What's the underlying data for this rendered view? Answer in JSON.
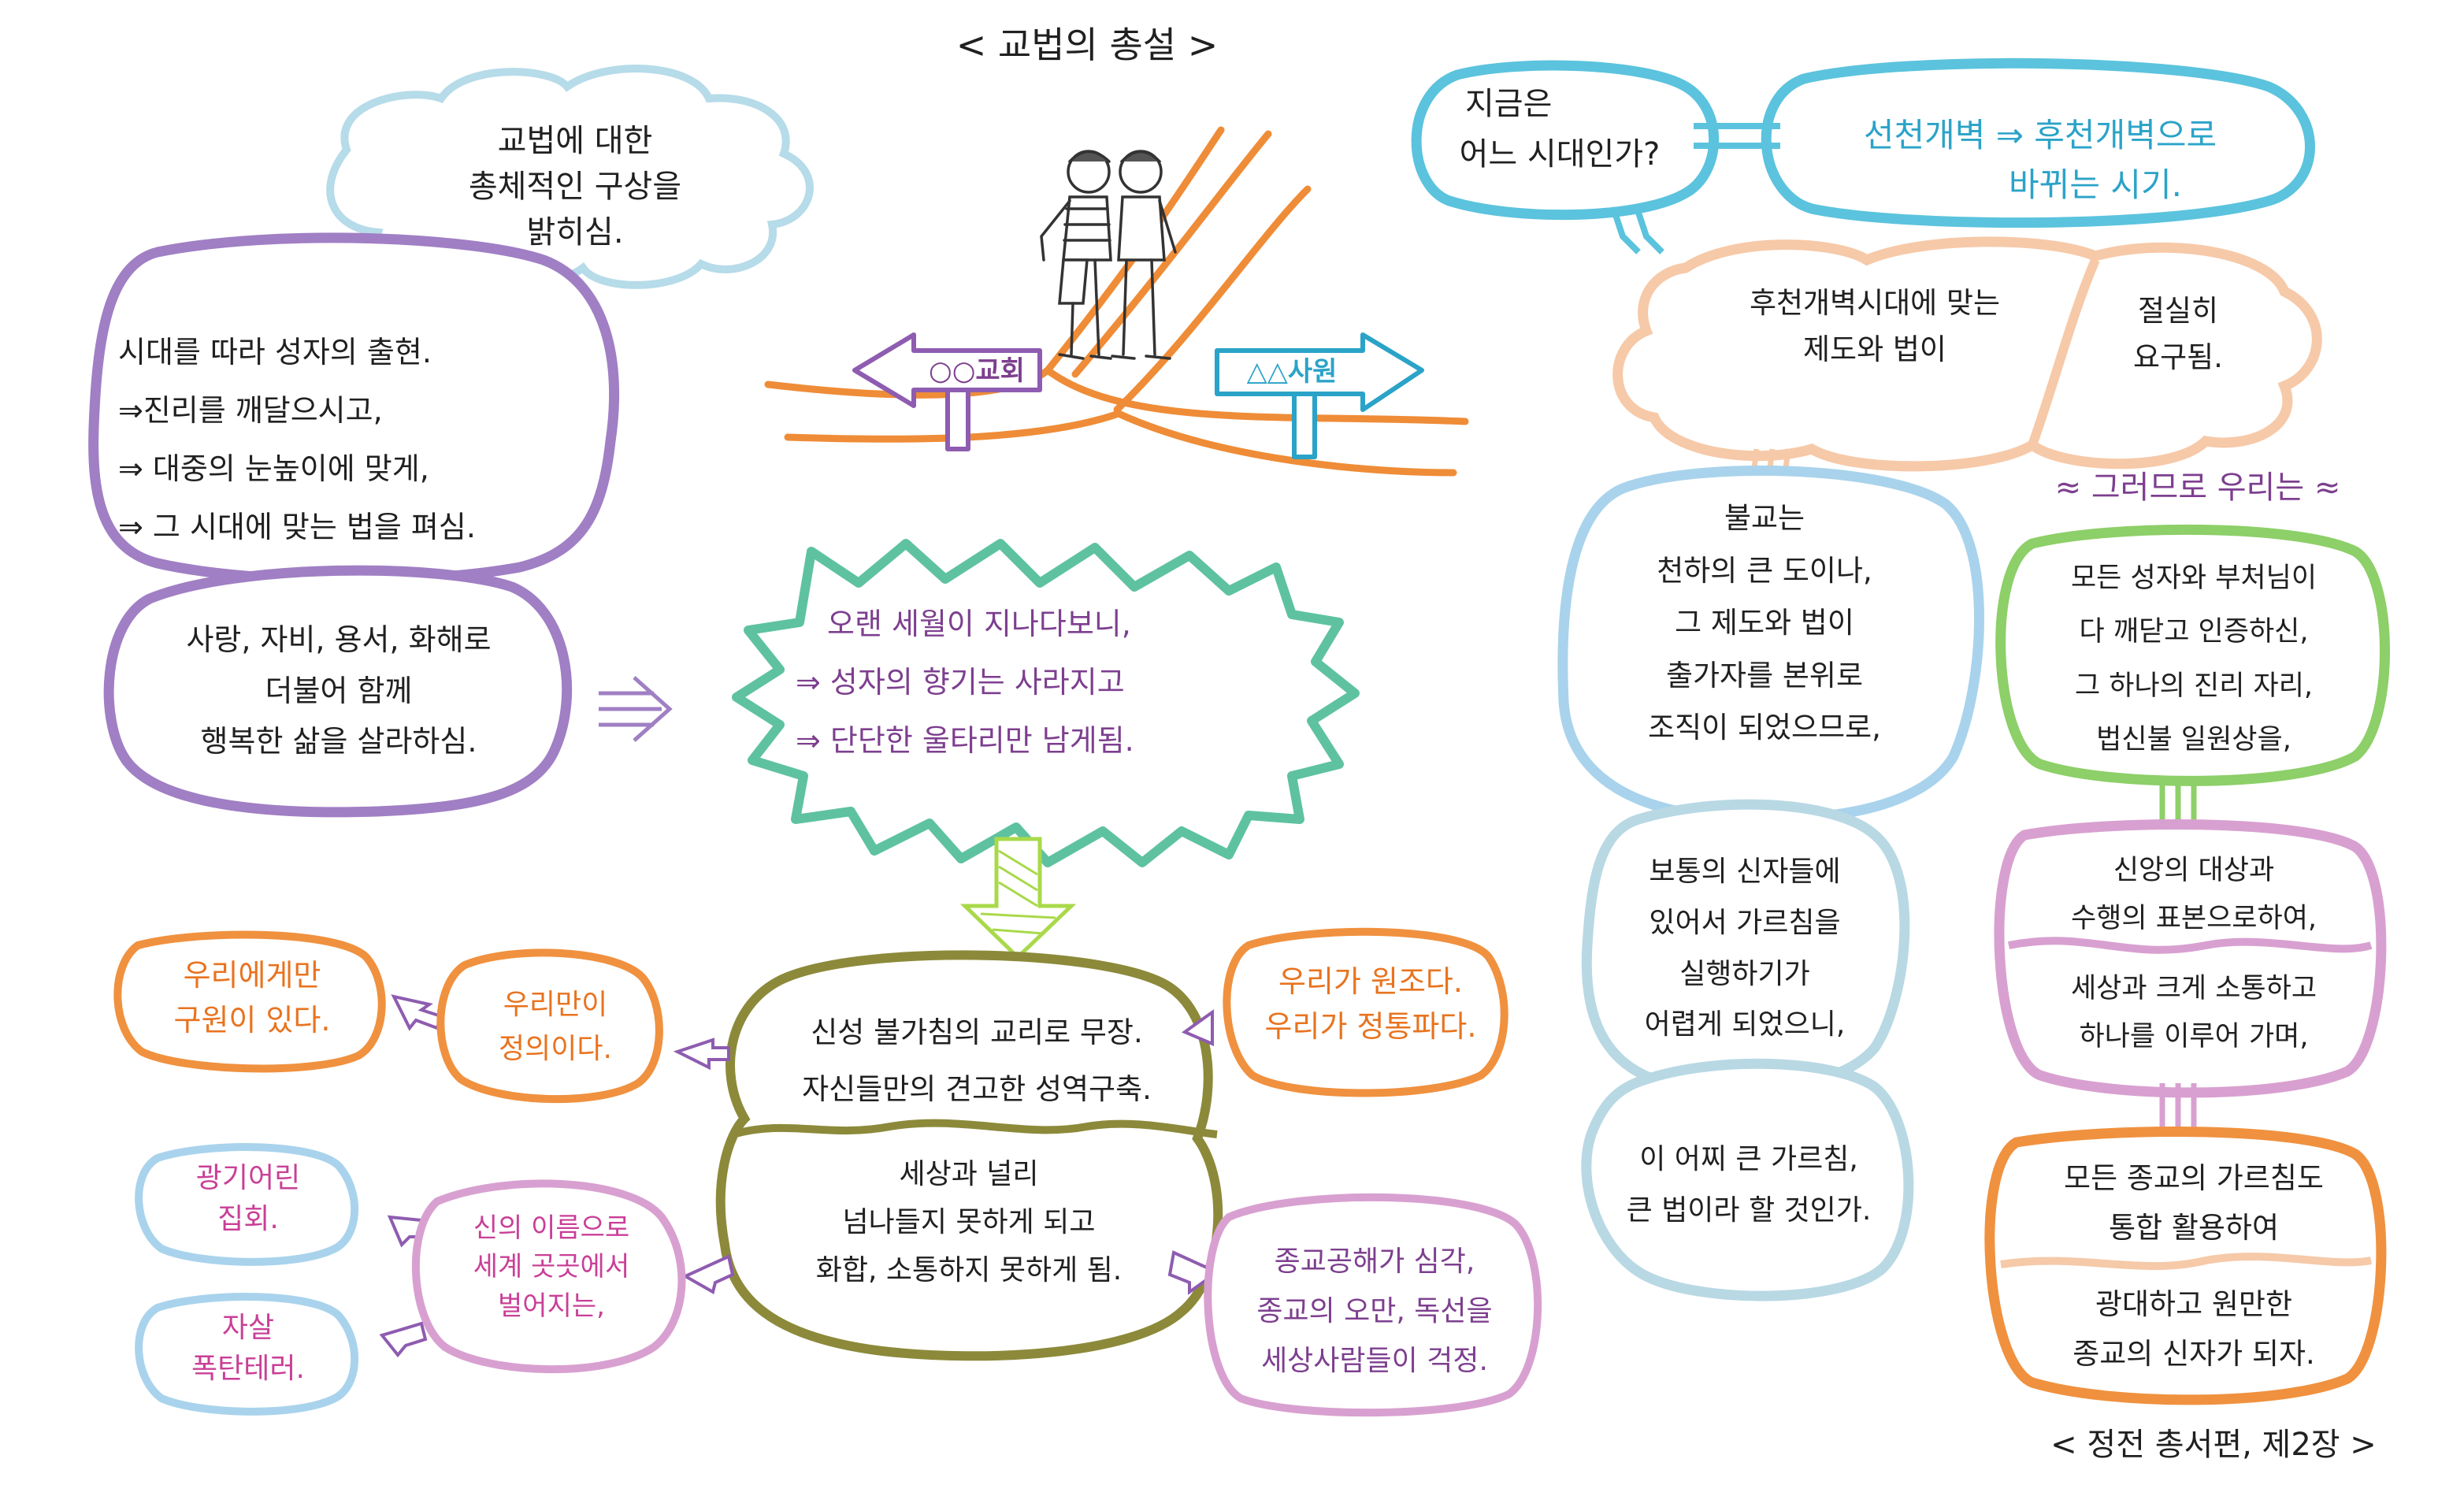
{
  "title": "< 교법의 총설 >",
  "source": "< 정전 총서편, 제2장 >",
  "colors": {
    "purple": "#8e5cb0",
    "teal": "#5ec2a0",
    "olive": "#8c8a3a",
    "orange": "#f0913f",
    "peach": "#f6c9a8",
    "sky": "#5bc3dd",
    "lightblue": "#a9d3ec",
    "paleblue": "#b8d8e4",
    "green": "#8dcf68",
    "pink": "#d8a0d0",
    "lime": "#a9d94a"
  },
  "signs": {
    "left": "○○교회",
    "right": "△△사원"
  },
  "cloud_intro": [
    "교법에 대한",
    "총체적인 구상을",
    "밝히심."
  ],
  "box_sage": [
    "시대를 따라 성자의 출현.",
    "⇒진리를 깨달으시고,",
    "⇒ 대중의 눈높이에 맞게,",
    "⇒ 그 시대에 맞는 법을 펴심."
  ],
  "box_love": [
    "사랑, 자비, 용서, 화해로",
    "더불어 함께",
    "행복한 삶을 살라하심."
  ],
  "burst": [
    "오랜 세월이 지나다보니,",
    "⇒ 성자의 향기는 사라지고",
    "⇒ 단단한 울타리만 남게됨."
  ],
  "center_top": [
    "신성 불가침의 교리로 무장.",
    "자신들만의 견고한 성역구축."
  ],
  "center_bottom": [
    "세상과 널리",
    "넘나들지 못하게 되고",
    "화합, 소통하지 못하게 됨."
  ],
  "bubble_only_us": [
    "우리만이",
    "정의이다."
  ],
  "bubble_salvation": [
    "우리에게만",
    "구원이 있다."
  ],
  "bubble_origin": [
    "우리가 원조다.",
    "우리가 정통파다."
  ],
  "bubble_god_name": [
    "신의 이름으로",
    "세계 곳곳에서",
    "벌어지는,"
  ],
  "bubble_frenzy": [
    "광기어린",
    "집회."
  ],
  "bubble_suicide": [
    "자살",
    "폭탄테러."
  ],
  "bubble_harm": [
    "종교공해가 심각,",
    "종교의 오만, 독선을",
    "세상사람들이 걱정."
  ],
  "question": [
    "지금은",
    "어느 시대인가?"
  ],
  "answer": [
    "선천개벽 ⇒ 후천개벽으로",
    "바뀌는 시기."
  ],
  "need_left": [
    "후천개벽시대에 맞는",
    "제도와 법이"
  ],
  "need_right": [
    "절실히",
    "요구됨."
  ],
  "buddhism_1": [
    "불교는",
    "천하의 큰 도이나,",
    "그 제도와 법이",
    "출가자를 본위로",
    "조직이 되었으므로,"
  ],
  "buddhism_2": [
    "보통의 신자들에",
    "있어서 가르침을",
    "실행하기가",
    "어렵게 되었으니,"
  ],
  "buddhism_3": [
    "이 어찌 큰 가르침,",
    "큰 법이라 할 것인가."
  ],
  "therefore": "≈ 그러므로 우리는 ≈",
  "green_box": [
    "모든 성자와 부처님이",
    "다 깨닫고 인증하신,",
    "그 하나의 진리 자리,",
    "법신불 일원상을,"
  ],
  "pink_top": [
    "신앙의 대상과",
    "수행의 표본으로하여,"
  ],
  "pink_bottom": [
    "세상과 크게 소통하고",
    "하나를 이루어 가며,"
  ],
  "orange_top": [
    "모든 종교의 가르침도",
    "통합 활용하여"
  ],
  "orange_bottom": [
    "광대하고 원만한",
    "종교의 신자가 되자."
  ],
  "icons": [
    "signpost-left-icon",
    "signpost-right-icon",
    "two-children-icon",
    "down-arrow-icon",
    "triple-arrow-icon",
    "striped-arrow-icon"
  ]
}
